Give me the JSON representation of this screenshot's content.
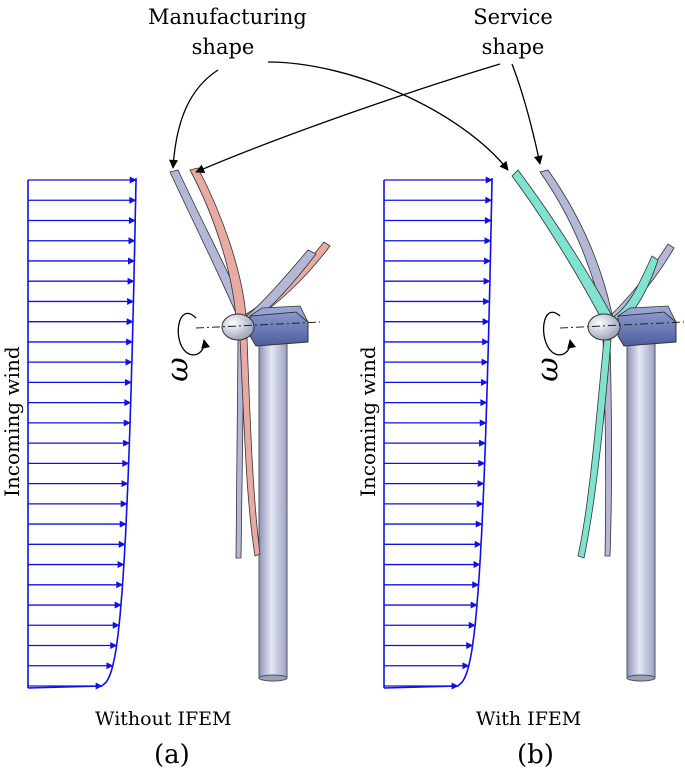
{
  "labels": {
    "manufacturing": [
      "Manufacturing",
      "shape"
    ],
    "service": [
      "Service",
      "shape"
    ],
    "incoming_wind": "Incoming wind",
    "omega": "ω"
  },
  "panels": [
    {
      "caption": "Without IFEM",
      "tag": "(a)"
    },
    {
      "caption": "With IFEM",
      "tag": "(b)"
    }
  ],
  "colors": {
    "wind_arrow": "#1010e8",
    "blade_manufacturing": "#e9aaa4",
    "blade_service": "#7fe3cf",
    "blade_rigid": "#b4b8d6",
    "nacelle": "#5e6fae",
    "tower": "#bcc1da"
  }
}
